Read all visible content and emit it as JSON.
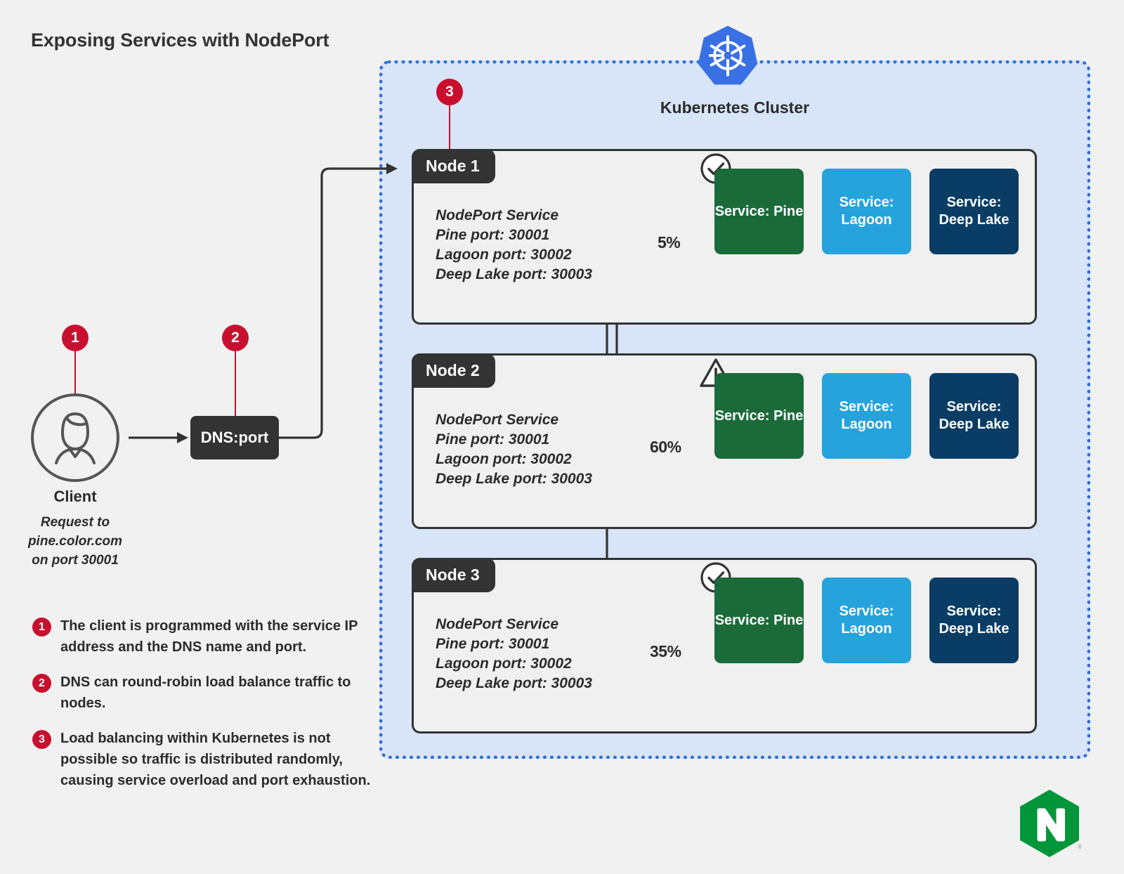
{
  "title": "Exposing Services with NodePort",
  "colors": {
    "background": "#f1f1f1",
    "accent_red": "#c8102e",
    "cluster_fill": "#d8e4f8",
    "cluster_border": "#2f6fd0",
    "node_header": "#333333",
    "service_pine": "#1b6b3a",
    "service_lagoon": "#26a3dd",
    "service_deep_lake": "#0a3d66",
    "kubernetes_blue": "#3970e4",
    "nginx_green": "#009639"
  },
  "client": {
    "pin": "1",
    "icon": "user-avatar-icon",
    "label": "Client",
    "sublabel": "Request to\npine.color.com\non port 30001"
  },
  "dns": {
    "pin": "2",
    "label": "DNS:port"
  },
  "cluster": {
    "pin": "3",
    "logo": "kubernetes-logo",
    "label": "Kubernetes Cluster",
    "nodes": [
      {
        "name": "Node 1",
        "details": "NodePort Service\nPine port: 30001\nLagoon port: 30002\nDeep Lake port: 30003",
        "traffic_percent": "5%",
        "status_icon": "check-circle-icon",
        "services": [
          {
            "label": "Service:\nPine",
            "color": "#1b6b3a"
          },
          {
            "label": "Service:\nLagoon",
            "color": "#26a3dd"
          },
          {
            "label": "Service:\nDeep Lake",
            "color": "#0a3d66"
          }
        ]
      },
      {
        "name": "Node 2",
        "details": "NodePort Service\nPine port: 30001\nLagoon port: 30002\nDeep Lake port: 30003",
        "traffic_percent": "60%",
        "status_icon": "warning-triangle-icon",
        "services": [
          {
            "label": "Service:\nPine",
            "color": "#1b6b3a"
          },
          {
            "label": "Service:\nLagoon",
            "color": "#26a3dd"
          },
          {
            "label": "Service:\nDeep Lake",
            "color": "#0a3d66"
          }
        ]
      },
      {
        "name": "Node 3",
        "details": "NodePort Service\nPine port: 30001\nLagoon port: 30002\nDeep Lake port: 30003",
        "traffic_percent": "35%",
        "status_icon": "check-circle-icon",
        "services": [
          {
            "label": "Service:\nPine",
            "color": "#1b6b3a"
          },
          {
            "label": "Service:\nLagoon",
            "color": "#26a3dd"
          },
          {
            "label": "Service:\nDeep Lake",
            "color": "#0a3d66"
          }
        ]
      }
    ]
  },
  "legend": [
    {
      "num": "1",
      "text": "The client is programmed with the service IP address and the DNS name and port."
    },
    {
      "num": "2",
      "text": "DNS can round-robin load balance traffic to nodes."
    },
    {
      "num": "3",
      "text": "Load balancing within Kubernetes is not possible so traffic is distributed randomly, causing service overload and port exhaustion."
    }
  ],
  "brand": {
    "logo": "nginx-logo"
  }
}
